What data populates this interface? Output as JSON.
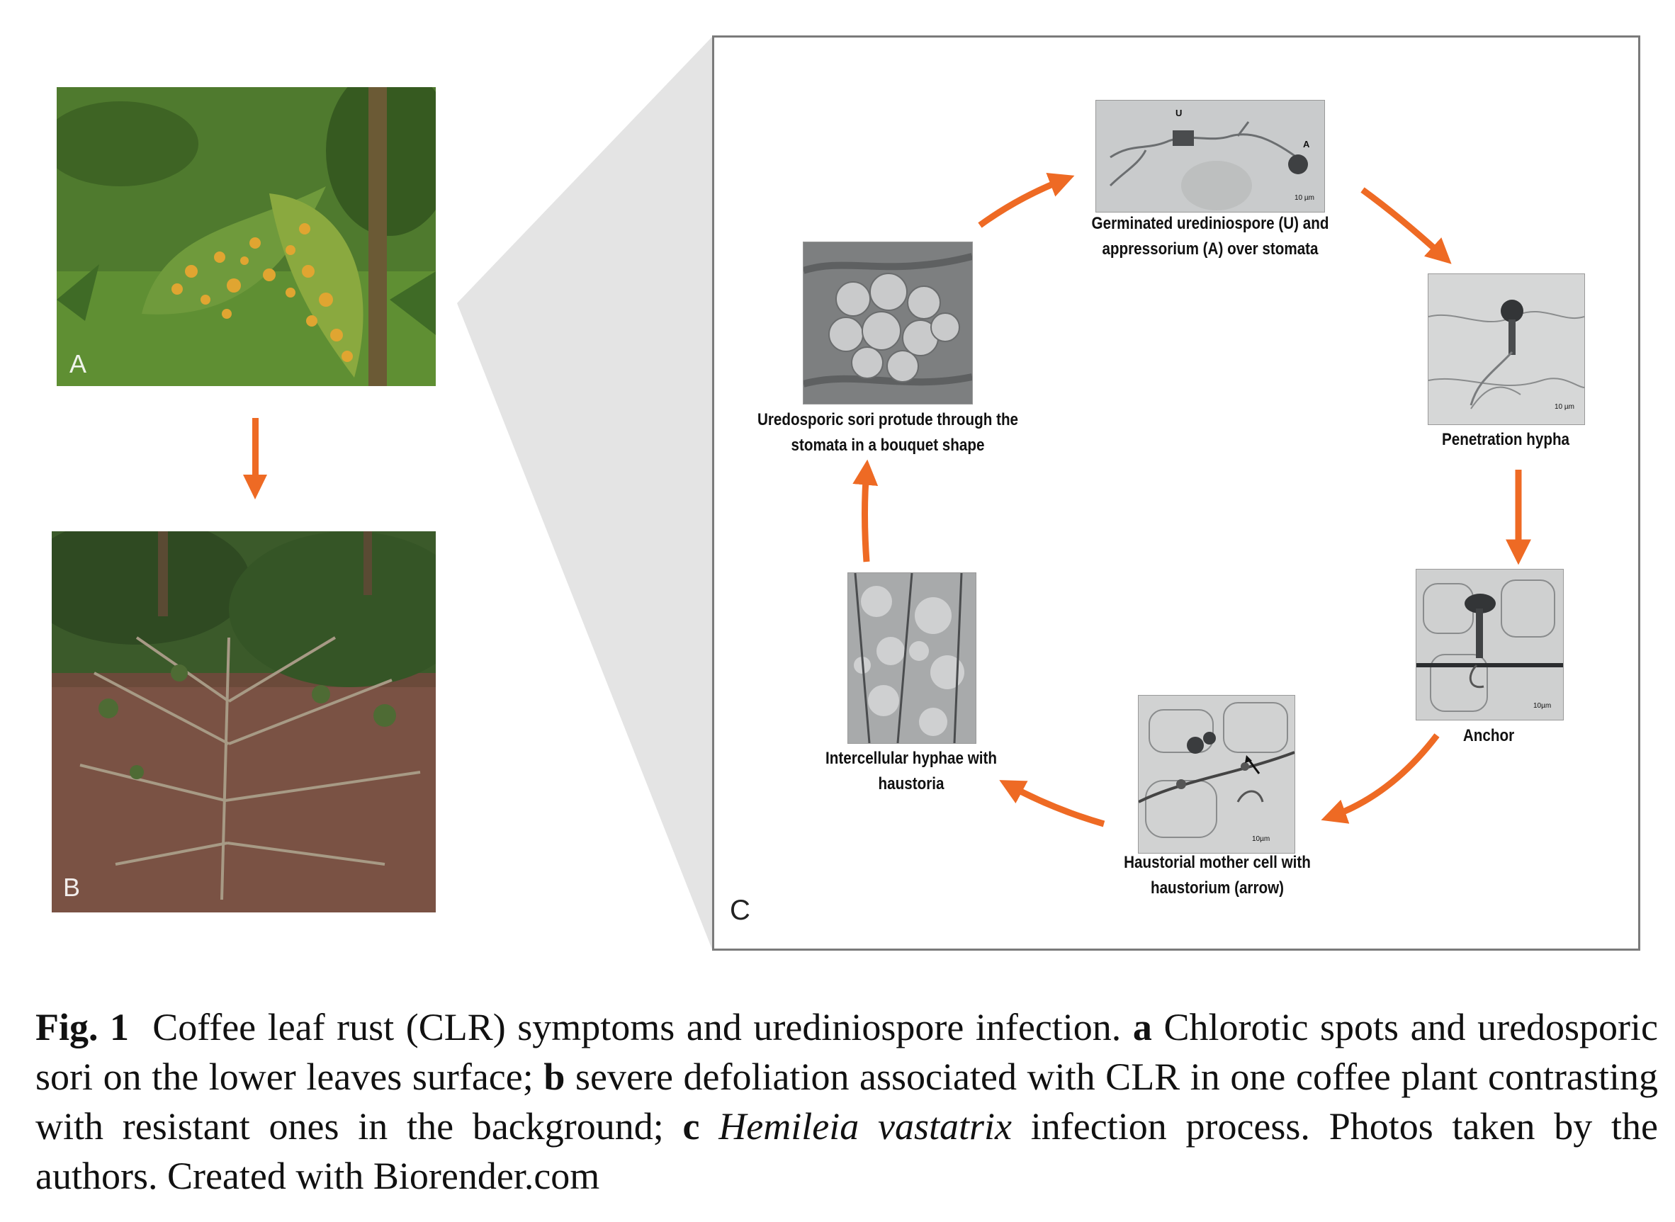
{
  "panels": {
    "a": {
      "letter": "A"
    },
    "b": {
      "letter": "B"
    },
    "c": {
      "letter": "C"
    }
  },
  "cycle_steps": [
    {
      "id": "germinated",
      "label": "Germinated urediniospore (U) and\nappressorium (A) over stomata",
      "image_marks": [
        "U",
        "A",
        "10 µm"
      ]
    },
    {
      "id": "penetration",
      "label": "Penetration hypha",
      "image_marks": [
        "10 µm"
      ]
    },
    {
      "id": "anchor",
      "label": "Anchor",
      "image_marks": [
        "10µm"
      ]
    },
    {
      "id": "haustorial",
      "label": "Haustorial mother cell with\nhaustorium (arrow)",
      "image_marks": [
        "10µm"
      ]
    },
    {
      "id": "intercellular",
      "label": "Intercellular hyphae with\nhaustoria",
      "image_marks": []
    },
    {
      "id": "uredosporic",
      "label": "Uredosporic sori protude through the\nstomata in a bouquet shape",
      "image_marks": []
    }
  ],
  "colors": {
    "arrow": "#ee6a24",
    "frame": "#7a7a7a"
  },
  "caption": {
    "fig_label": "Fig. 1",
    "lead": "Coffee leaf rust (CLR) symptoms and urediniospore infection.",
    "a_label": "a",
    "a_text": "Chlorotic spots and uredosporic sori on the lower leaves surface;",
    "b_label": "b",
    "b_text": "severe defoliation associated with CLR in one coffee plant contrasting with resistant ones in the background;",
    "c_label": "c",
    "c_species": "Hemileia vastatrix",
    "c_text": "infection process. Photos taken by the authors. Created with Biorender.com"
  }
}
